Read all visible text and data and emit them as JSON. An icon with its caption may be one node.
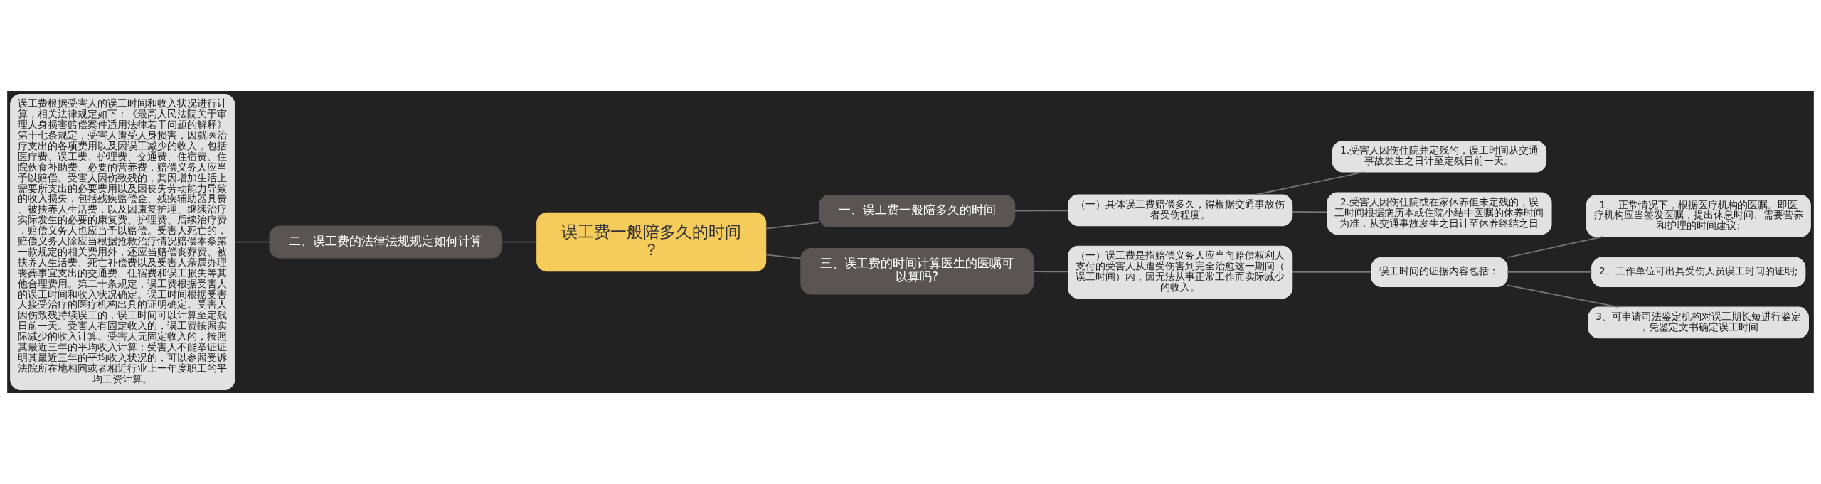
{
  "diagram": {
    "nodes": [
      {
        "text": [
          "误工费一般陪多久的时间？"
        ]
      },
      {
        "text": [
          "一、误工费一般陪多久的时间"
        ]
      },
      {
        "text": [
          "（一）具体误工费赔偿多久，得根据交通事故伤者受伤程度。"
        ]
      },
      {
        "text": [
          "1.受害人因伤住院并定残的，误工时间从交通事故发生之日计至定残日前一天。"
        ]
      },
      {
        "text": [
          "2.受害人因伤住院或在家休养但未定残的，误工时间根据病历本或住院小结中医嘱的休养时间为准，从交通事故发生之日计至休养终结之日"
        ]
      },
      {
        "text": [
          "二、误工费的法律法规规定如何计算"
        ]
      },
      {
        "text": [
          "误工费根据受害人的误工时间和收入状况进行计算，相关法律规定如下：《最高人民法院关于审理人身损害赔偿案件适用法律若干问题的解释》第十七条规定，受害人遭受人身损害，因就医治疗支出的各项费用以及因误工减少的收入，包括医疗费、误工费、护理费、交通费、住宿费、住院伙食补助费、必要的营养费，赔偿义务人应当予以赔偿。受害人因伤致残的，其因增加生活上需要所支出的必要费用以及因丧失劳动能力导致的收入损失，包括残疾赔偿金、残疾辅助器具费、被扶养人生活费，以及因康复护理、继续治疗实际发生的必要的康复费、护理费、后续治疗费，赔偿义务人也应当予以赔偿。受害人死亡的，赔偿义务人除应当根据抢救治疗情况赔偿本条第一款规定的相关费用外，还应当赔偿丧葬费、被扶养人生活费、死亡补偿费以及受害人亲属办理丧葬事宜支出的交通费、住宿费和误工损失等其他合理费用。第二十条规定，误工费根据受害人的误工时间和收入状况确定。误工时间根据受害人接受治疗的医疗机构出具的证明确定。受害人因伤致残持续误工的，误工时间可以计算至定残日前一天。受害人有固定收入的，误工费按照实际减少的收入计算。受害人无固定收入的，按照其最近三年的平均收入计算；受害人不能举证证明其最近三年的平均收入状况的，可以参照受诉法院所在地相同或者相近行业上一年度职工的平均工资计算。"
        ]
      },
      {
        "text": [
          "三、误工费的时间计算医生的医嘱可以算吗?"
        ]
      },
      {
        "text": [
          "（一）误工费是指赔偿义务人应当向赔偿权利人支付的受害人从遭受伤害到完全治愈这一期间（误工时间）内，因无法从事正常工作而实际减少的收入。"
        ]
      },
      {
        "text": [
          "误工时间的证据内容包括："
        ]
      },
      {
        "text": [
          "1、 正常情况下，根据医疗机构的医嘱。即医疗机构应当签发医嘱，提出休息时间、需要营养和护理的时间建议;"
        ]
      },
      {
        "text": [
          "2、工作单位可出具受伤人员误工时间的证明;"
        ]
      },
      {
        "text": [
          "3、可申请司法鉴定机构对误工期长短进行鉴定，凭鉴定文书确定误工时间"
        ]
      }
    ],
    "edges": [
      {
        "from": 0,
        "to": 1,
        "arrow": "none"
      },
      {
        "from": 1,
        "to": 2,
        "arrow": "none"
      },
      {
        "from": 2,
        "to": 3,
        "arrow": "none"
      },
      {
        "from": 2,
        "to": 4,
        "arrow": "none"
      },
      {
        "from": 5,
        "to": 0,
        "arrow": "none"
      },
      {
        "from": 6,
        "to": 5,
        "arrow": "none"
      },
      {
        "from": 0,
        "to": 7,
        "arrow": "none"
      },
      {
        "from": 7,
        "to": 8,
        "arrow": "none"
      },
      {
        "from": 8,
        "to": 9,
        "arrow": "none"
      },
      {
        "from": 9,
        "to": 10,
        "arrow": "none"
      },
      {
        "from": 9,
        "to": 11,
        "arrow": "none"
      },
      {
        "from": 9,
        "to": 12,
        "arrow": "none"
      }
    ]
  }
}
